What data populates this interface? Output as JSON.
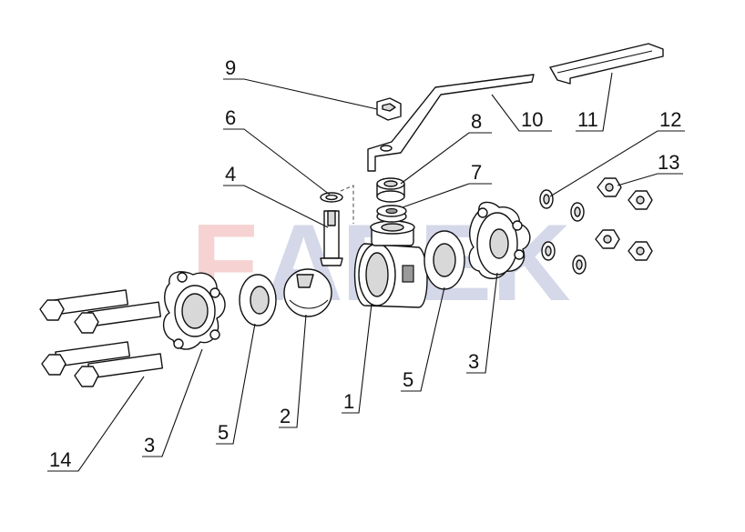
{
  "watermark": {
    "text": "FADEK",
    "colors": [
      "#f3c4c4",
      "#c7cce2",
      "#c7cce2",
      "#c7cce2",
      "#c7cce2"
    ]
  },
  "labels": {
    "p1": "1",
    "p2": "2",
    "p3a": "3",
    "p3b": "3",
    "p4": "4",
    "p5a": "5",
    "p5b": "5",
    "p6": "6",
    "p7": "7",
    "p8": "8",
    "p9": "9",
    "p10": "10",
    "p11": "11",
    "p12": "12",
    "p13": "13",
    "p14": "14"
  }
}
